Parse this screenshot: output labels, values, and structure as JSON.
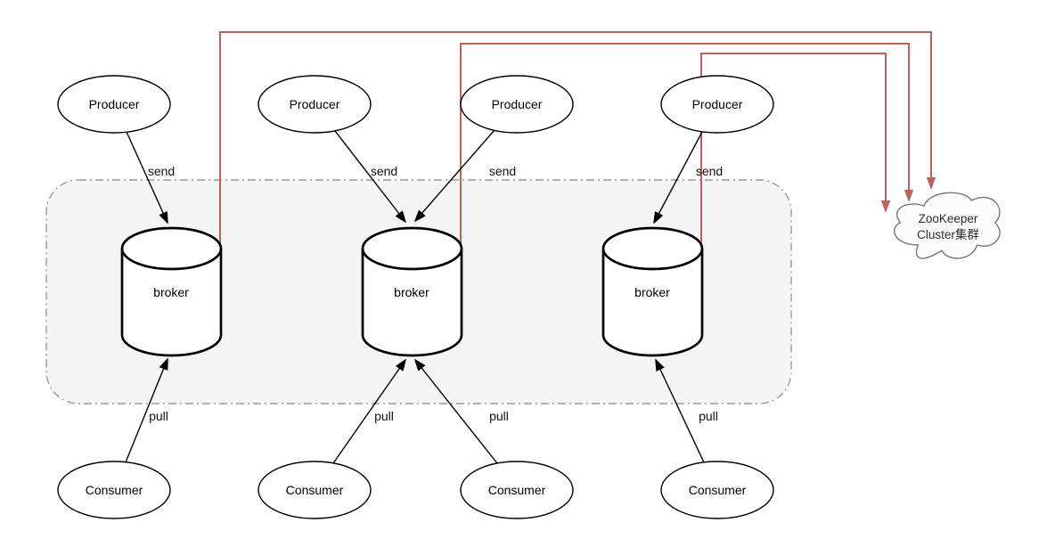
{
  "diagram": {
    "producers": [
      "Producer",
      "Producer",
      "Producer",
      "Producer"
    ],
    "consumers": [
      "Consumer",
      "Consumer",
      "Consumer",
      "Consumer"
    ],
    "brokers": [
      "broker",
      "broker",
      "broker"
    ],
    "send_labels": [
      "send",
      "send",
      "send",
      "send"
    ],
    "pull_labels": [
      "pull",
      "pull",
      "pull",
      "pull"
    ],
    "zookeeper_cloud": {
      "line1": "ZooKeeper",
      "line2": "Cluster集群"
    },
    "colors": {
      "background": "#ffffff",
      "node_fill": "#ffffff",
      "node_stroke": "#000000",
      "cluster_fill": "#f5f5f5",
      "cluster_stroke": "#999999",
      "zookeeper_edge_red": "#bb615e",
      "black_edge": "#000000",
      "cloud_stroke": "#777777",
      "cloud_fill": "#fcfcfc"
    }
  }
}
